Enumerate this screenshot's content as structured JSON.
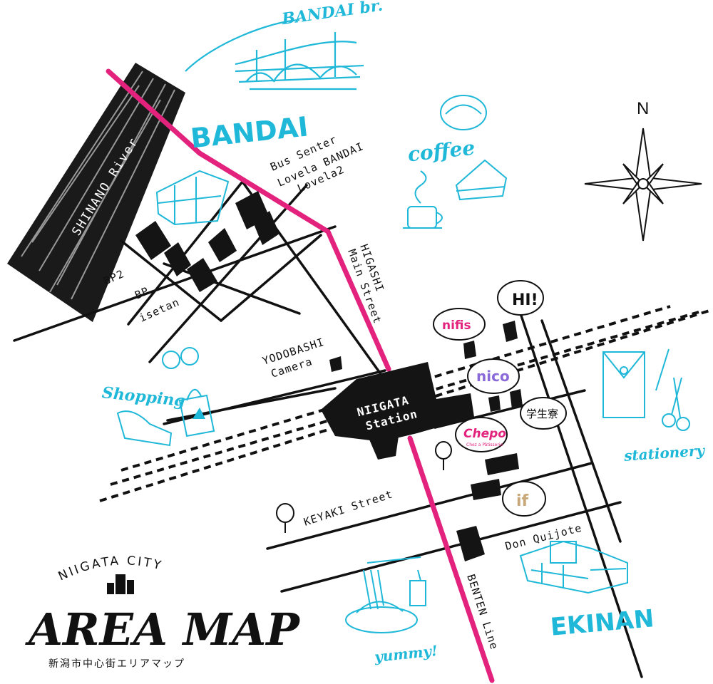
{
  "colors": {
    "accent_cyan": "#20b8d8",
    "accent_magenta": "#e2227d",
    "ink": "#111111"
  },
  "title": {
    "top": "NIIGATA CITY",
    "main": "AREA MAP",
    "jp": "新潟市中心街エリアマップ"
  },
  "compass": {
    "north": "N"
  },
  "areas": {
    "bandai_bridge": "BANDAI br.",
    "bandai": "BANDAI",
    "ekinan": "EKINAN",
    "river": "SHINANO River"
  },
  "categories": {
    "coffee": "coffee",
    "shopping": "Shopping",
    "stationery": "stationery",
    "yummy": "yummy!"
  },
  "streets": {
    "higashi_1": "HIGASHI",
    "higashi_2": "Main Street",
    "yodobashi_1": "YODOBASHI",
    "yodobashi_2": "Camera",
    "keyaki": "KEYAKI Street",
    "benten": "BENTEN Line"
  },
  "buildings": {
    "bus_center": "Bus Senter",
    "lovela_bandai": "Lovela BANDAI",
    "lovela2": "Lovela2",
    "bp2": "BP2",
    "bp": "BP",
    "isetan": "isetan",
    "don_quijote": "Don Quijote",
    "dorm": "学生寮"
  },
  "station": {
    "line1": "NIIGATA",
    "line2": "Station"
  },
  "shops": {
    "hi": "HI!",
    "nifis": "nifis",
    "nico": "nico",
    "chepo": "Chepo",
    "chepo_sub": "Chez a Pâtisserie",
    "if": "if"
  }
}
